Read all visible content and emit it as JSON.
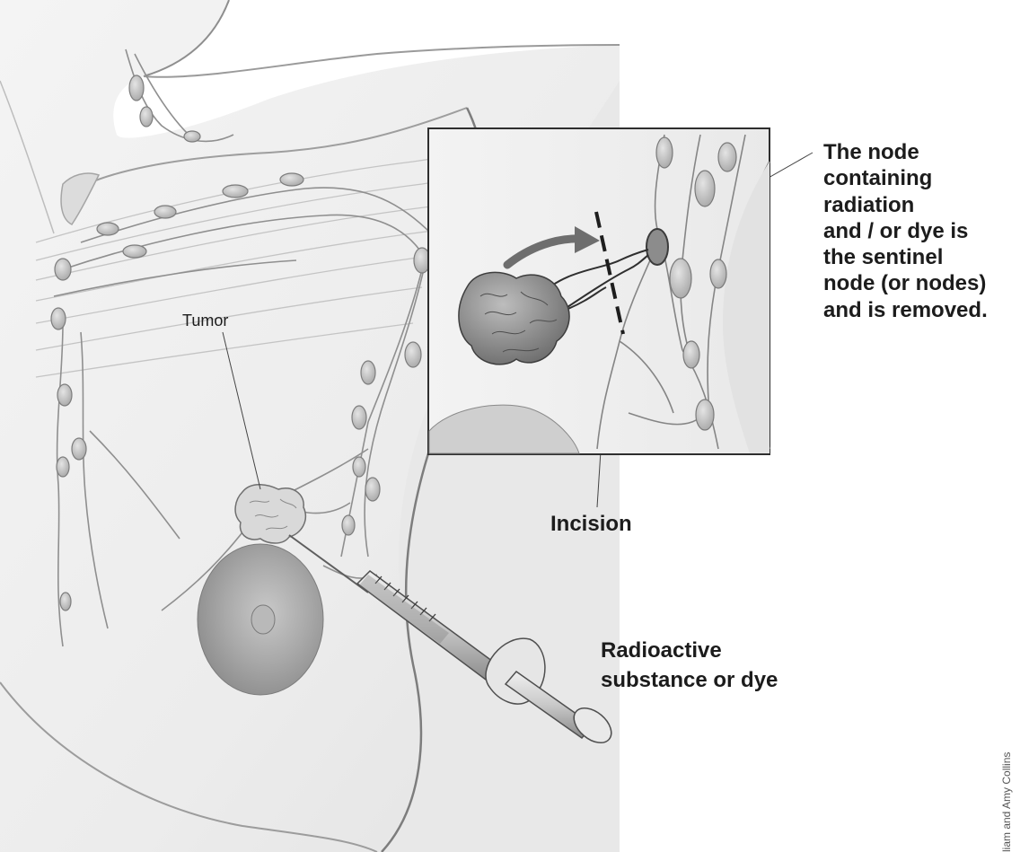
{
  "labels": {
    "tumor": "Tumor",
    "sentinel_node": "The node\ncontaining\nradiation\nand / or dye is\nthe sentinel\nnode (or nodes)\nand is removed.",
    "incision": "Incision",
    "injection": "Radioactive\nsubstance or dye",
    "credit": "liam and Amy Collins"
  }
}
